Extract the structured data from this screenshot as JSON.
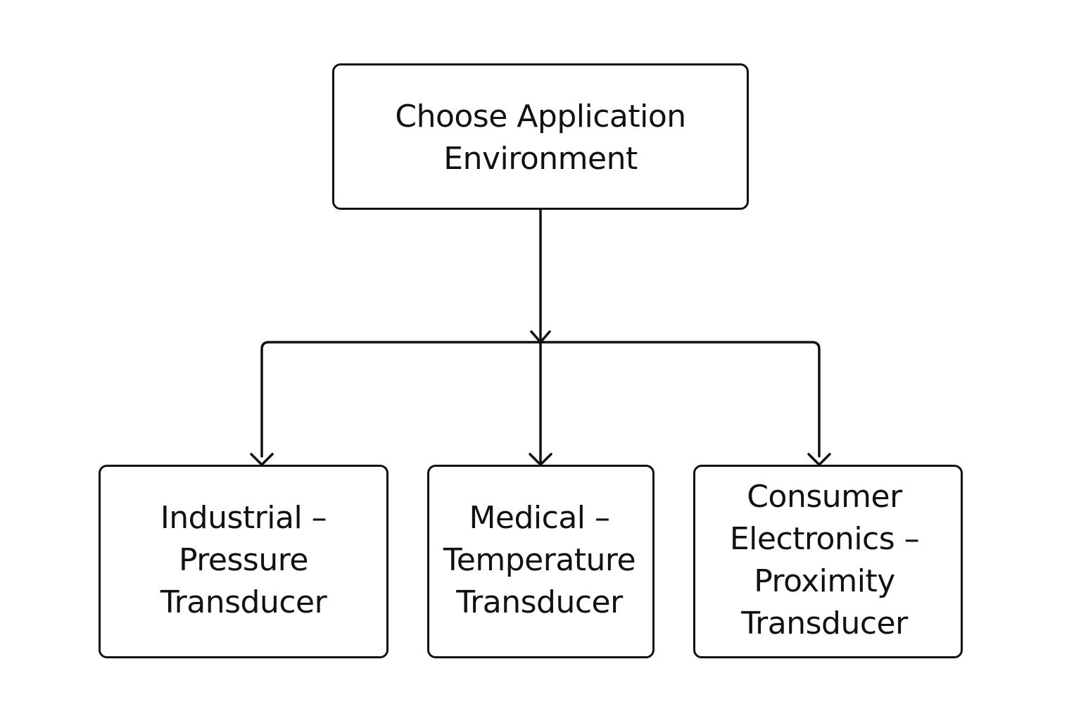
{
  "root": {
    "lines": [
      "Choose Application",
      "Environment"
    ]
  },
  "branches": [
    {
      "id": "industrial",
      "lines": [
        "Industrial –",
        "Pressure",
        "Transducer"
      ]
    },
    {
      "id": "medical",
      "lines": [
        "Medical –",
        "Temperature",
        "Transducer"
      ]
    },
    {
      "id": "consumer",
      "lines": [
        "Consumer",
        "Electronics –",
        "Proximity",
        "Transducer"
      ]
    }
  ],
  "colors": {
    "stroke": "#111111",
    "background": "#ffffff",
    "text": "#111111"
  }
}
